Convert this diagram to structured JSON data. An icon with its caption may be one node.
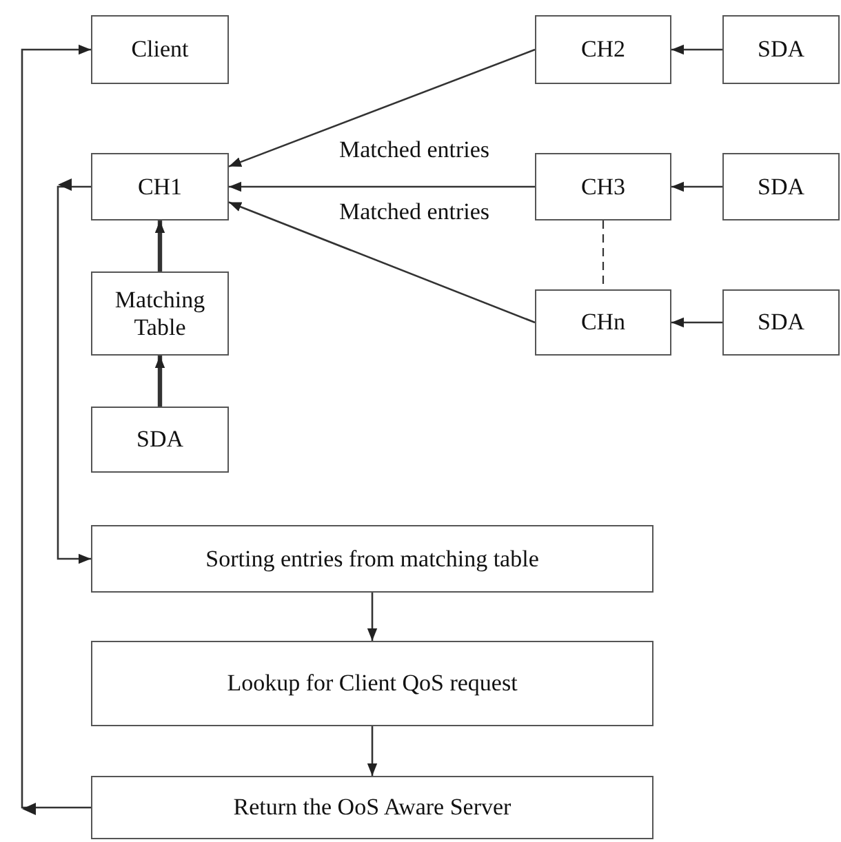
{
  "diagram": {
    "nodes": [
      {
        "text": [
          "Client"
        ]
      },
      {
        "text": [
          "CH2"
        ]
      },
      {
        "text": [
          "SDA"
        ]
      },
      {
        "text": [
          "CH1"
        ]
      },
      {
        "text": [
          "CH3"
        ]
      },
      {
        "text": [
          "SDA"
        ]
      },
      {
        "text": [
          "Matching Table"
        ]
      },
      {
        "text": [
          "CHn"
        ]
      },
      {
        "text": [
          "SDA"
        ]
      },
      {
        "text": [
          "SDA"
        ]
      },
      {
        "text": [
          "Sorting entries from matching table"
        ]
      },
      {
        "text": [
          "Lookup for Client QoS request"
        ]
      },
      {
        "text": [
          "Return the OoS Aware Server"
        ]
      }
    ],
    "edges": [
      {
        "from": 2,
        "to": 1,
        "arrow": "to"
      },
      {
        "from": 5,
        "to": 4,
        "arrow": "to"
      },
      {
        "from": 8,
        "to": 7,
        "arrow": "to"
      },
      {
        "from": 1,
        "to": 3,
        "arrow": "to"
      },
      {
        "from": 4,
        "to": 3,
        "arrow": "to"
      },
      {
        "from": 7,
        "to": 3,
        "arrow": "to"
      },
      {
        "from": 4,
        "to": 7,
        "arrow": "none",
        "style": "dashed"
      },
      {
        "from": 6,
        "to": 3,
        "arrow": "to",
        "style": "thick"
      },
      {
        "from": 9,
        "to": 6,
        "arrow": "to",
        "style": "thick"
      },
      {
        "from": 3,
        "to": 10,
        "arrow": "to"
      },
      {
        "from": 10,
        "to": 11,
        "arrow": "to"
      },
      {
        "from": 11,
        "to": 12,
        "arrow": "to"
      },
      {
        "from": 12,
        "to": 0,
        "arrow": "to"
      }
    ],
    "labels": [
      "Matched entries",
      "Matched entries"
    ]
  }
}
